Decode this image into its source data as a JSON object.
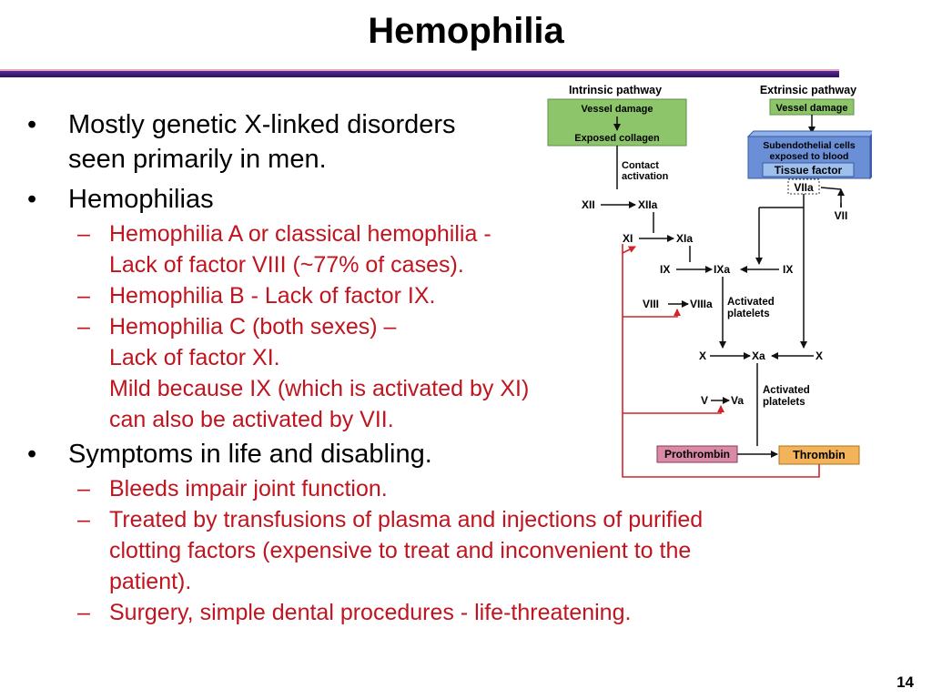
{
  "slide": {
    "title": "Hemophilia",
    "page_number": "14"
  },
  "bullets": [
    {
      "text_lines": [
        "Mostly genetic X-linked disorders",
        "seen primarily in men."
      ]
    },
    {
      "text_lines": [
        "Hemophilias"
      ]
    },
    {
      "text_lines": [
        "Symptoms in life and disabling."
      ]
    }
  ],
  "sub_bullets": [
    {
      "lines": [
        "Hemophilia A or classical hemophilia -",
        "Lack of factor VIII (~77% of cases)."
      ]
    },
    {
      "lines": [
        "Hemophilia B - Lack of factor IX."
      ]
    },
    {
      "lines": [
        "Hemophilia C (both sexes) –",
        "Lack of factor XI.",
        "Mild because IX (which is activated by XI)",
        "can also be activated by VII."
      ]
    },
    {
      "lines": [
        "Bleeds impair joint function."
      ]
    },
    {
      "lines": [
        "Treated by transfusions of plasma and injections of purified",
        "clotting factors (expensive to treat and inconvenient to the",
        "patient)."
      ]
    },
    {
      "lines": [
        "Surgery, simple dental procedures - life-threatening."
      ]
    }
  ],
  "markers": {
    "bullet": "•",
    "dash": "–"
  },
  "diagram": {
    "intrinsic_title": "Intrinsic pathway",
    "extrinsic_title": "Extrinsic pathway",
    "vessel_damage": "Vessel damage",
    "exposed_collagen": "Exposed collagen",
    "contact_activation_1": "Contact",
    "contact_activation_2": "activation",
    "subendothelial_1": "Subendothelial cells",
    "subendothelial_2": "exposed to blood",
    "tissue_factor": "Tissue factor",
    "viia": "VIIa",
    "vii": "VII",
    "xii": "XII",
    "xiia": "XIIa",
    "xi": "XI",
    "xia": "XIa",
    "ix": "IX",
    "ixa": "IXa",
    "ix_right": "IX",
    "viii": "VIII",
    "viiia": "VIIIa",
    "activated_platelets_1": "Activated",
    "activated_platelets_2": "platelets",
    "x": "X",
    "xa": "Xa",
    "x_right": "X",
    "v": "V",
    "va": "Va",
    "prothrombin": "Prothrombin",
    "thrombin": "Thrombin",
    "colors": {
      "green_box": "#8dc56a",
      "blue_box": "#6b8fd6",
      "prothrombin_box": "#d98aa6",
      "thrombin_box": "#f2b35a",
      "feedback_arrow": "#d2232a",
      "subtitle_text": "#c0141f"
    }
  }
}
